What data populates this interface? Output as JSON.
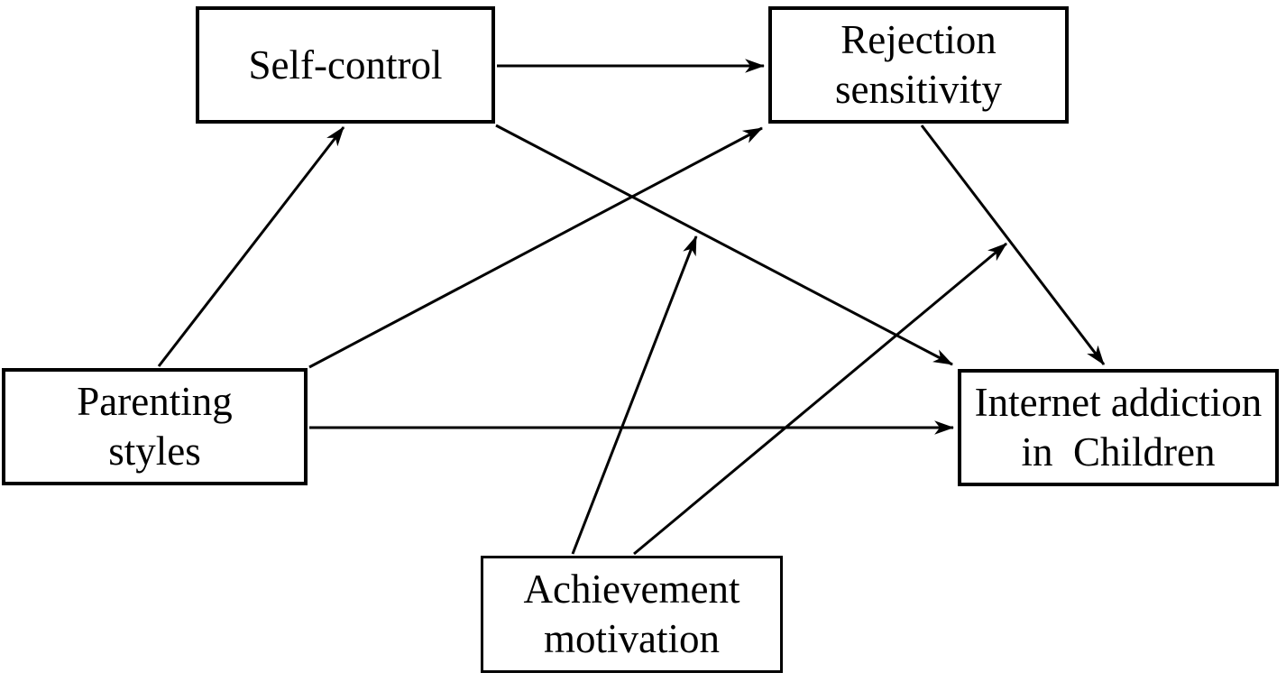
{
  "diagram": {
    "type": "path-model",
    "background_color": "#ffffff",
    "line_color": "#000000",
    "text_color": "#000000",
    "nodes": [
      {
        "id": "self_control",
        "label_lines": [
          "Self-control"
        ]
      },
      {
        "id": "rejection_sensitivity",
        "label_lines": [
          "Rejection",
          "sensitivity"
        ]
      },
      {
        "id": "parenting_styles",
        "label_lines": [
          "Parenting",
          "styles"
        ]
      },
      {
        "id": "internet_addiction",
        "label_lines": [
          "Internet addiction",
          "in  Children"
        ]
      },
      {
        "id": "achievement_motivation",
        "label_lines": [
          "Achievement",
          "motivation"
        ]
      }
    ],
    "edges": [
      {
        "from": "parenting_styles",
        "to": "self_control"
      },
      {
        "from": "self_control",
        "to": "rejection_sensitivity"
      },
      {
        "from": "parenting_styles",
        "to": "rejection_sensitivity"
      },
      {
        "from": "parenting_styles",
        "to": "internet_addiction"
      },
      {
        "from": "self_control",
        "to": "internet_addiction"
      },
      {
        "from": "rejection_sensitivity",
        "to": "internet_addiction"
      },
      {
        "from": "achievement_motivation",
        "to": "path(self_control -> internet_addiction)",
        "kind": "moderation"
      },
      {
        "from": "achievement_motivation",
        "to": "path(rejection_sensitivity -> internet_addiction)",
        "kind": "moderation"
      }
    ]
  }
}
